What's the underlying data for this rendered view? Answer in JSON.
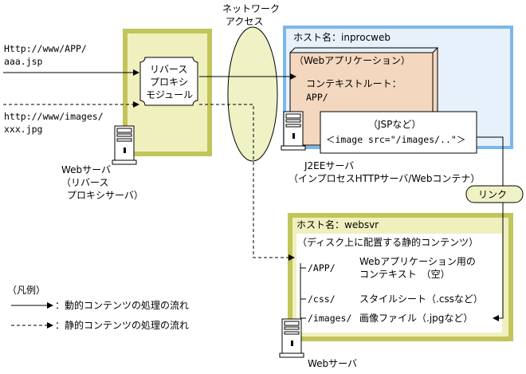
{
  "network_access": [
    "ネットワーク",
    "アクセス"
  ],
  "requests": {
    "dynamic_url": [
      "Http://www/APP/",
      "aaa.jsp"
    ],
    "static_url": [
      "http://www/images/",
      "xxx.jpg"
    ]
  },
  "reverse_proxy": {
    "module": [
      "リバース",
      "プロキシ",
      "モジュール"
    ],
    "server_label": [
      "Webサーバ",
      "（リバース",
      "プロキシサーバ）"
    ]
  },
  "host_inproc": {
    "title": "ホスト名：inprocweb",
    "webapp": "（Webアプリケーション）",
    "context_root": [
      "コンテキストルート：",
      "APP/"
    ],
    "jsp": [
      "（JSPなど）",
      "＜image src=\"/images/..\"＞"
    ],
    "server_label": [
      "J2EEサーバ",
      "（インプロセスHTTPサーバ/Webコンテナ）"
    ]
  },
  "link_label": "リンク",
  "host_websvr": {
    "title": "ホスト名：websvr",
    "static_header": "（ディスク上に配置する静的コンテンツ）",
    "rows": [
      {
        "path": "/APP/",
        "desc": [
          "Webアプリケーション用の",
          "コンテキスト　（空）"
        ]
      },
      {
        "path": "/css/",
        "desc": [
          "スタイルシート（.cssなど）"
        ]
      },
      {
        "path": "/images/",
        "desc": [
          "画像ファイル（.jpgなど）"
        ]
      }
    ],
    "server_label": "Webサーバ"
  },
  "legend": {
    "title": "（凡例）",
    "dynamic": "：動的コンテンツの処理の流れ",
    "static": "：静的コンテンツの処理の流れ"
  },
  "colors": {
    "olive": "#c2c55a",
    "olive_light": "#f0f0bf",
    "blue": "#7fb6e8",
    "blue_light": "#e6f1fb",
    "salmon": "#f4d7bf",
    "ellipse": "#eef2c4"
  }
}
